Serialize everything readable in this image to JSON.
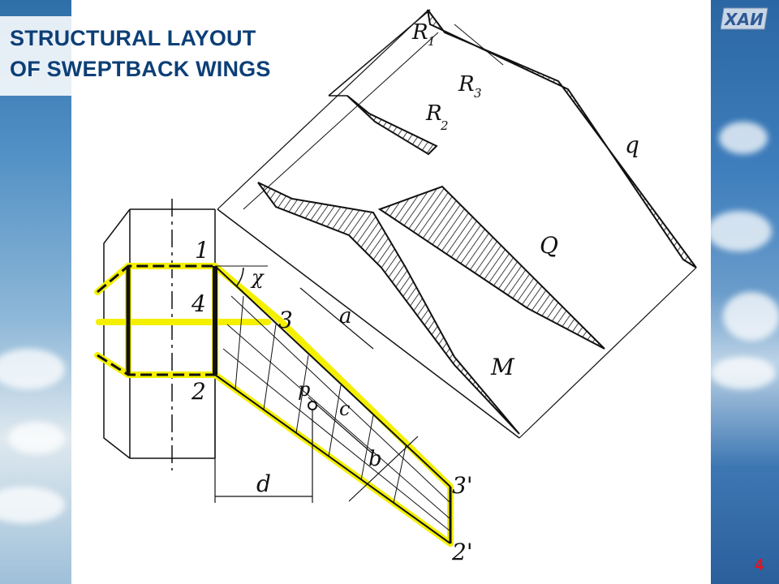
{
  "slide": {
    "title_line1": "STRUCTURAL LAYOUT",
    "title_line2": "OF SWEPTBACK WINGS",
    "logo_text": "ХАИ",
    "page_number": "4"
  },
  "figure": {
    "labels": {
      "R1": "R",
      "R1_sub": "1",
      "R2": "R",
      "R2_sub": "2",
      "R3": "R",
      "R3_sub": "3",
      "q": "q",
      "Q": "Q",
      "M": "M",
      "chi": "χ",
      "a": "a",
      "b": "b",
      "c": "c",
      "d": "d",
      "p": "p",
      "n1": "1",
      "n2": "2",
      "n3": "3",
      "n4": "4",
      "n3p": "3'",
      "n2p": "2'"
    },
    "highlight_color": "#f4f000",
    "line_color": "#111111"
  }
}
